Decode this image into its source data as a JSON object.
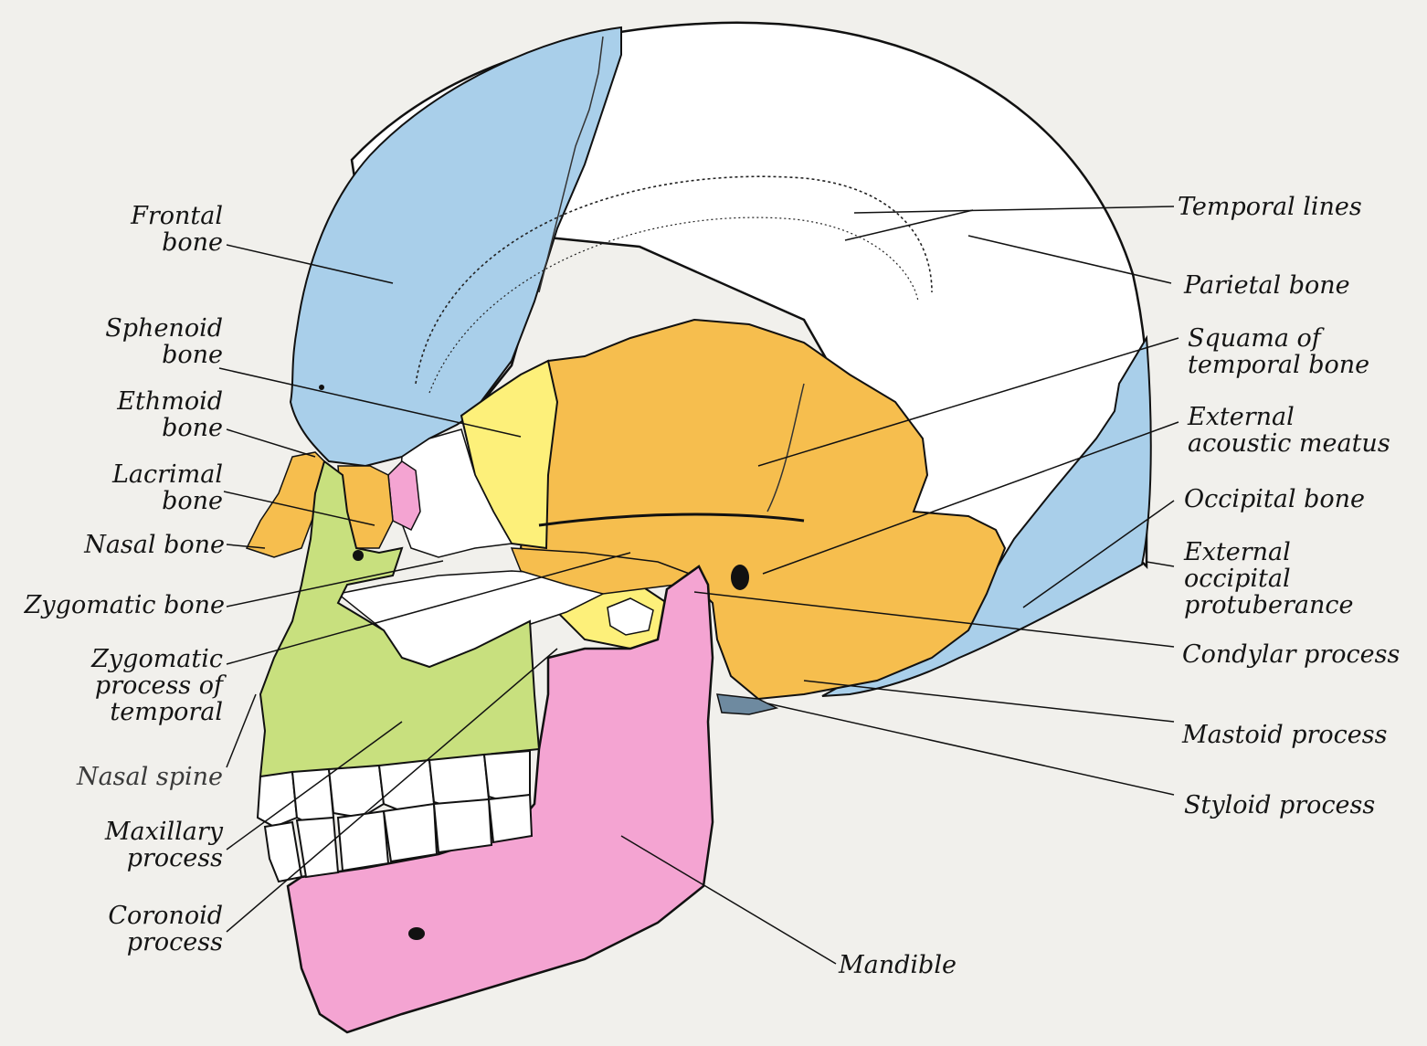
{
  "colors": {
    "background": "#f1f0ec",
    "frontal": "#a9cfea",
    "parietal": "#ffffff",
    "occipital": "#a9cfea",
    "temporal": "#f6be4e",
    "sphenoid": "#fdf07a",
    "maxilla": "#c8e07e",
    "zygomatic": "#f6be4e",
    "mandible": "#f4a4d2",
    "lacrimal": "#f4a4d2",
    "teeth": "#ffffff",
    "outline": "#111111"
  },
  "labels": {
    "frontal_bone": "Frontal\nbone",
    "sphenoid_bone": "Sphenoid\nbone",
    "ethmoid_bone": "Ethmoid\nbone",
    "lacrimal_bone": "Lacrimal\nbone",
    "nasal_bone": "Nasal bone",
    "zygomatic_bone": "Zygomatic bone",
    "zygomatic_process": "Zygomatic\nprocess of\ntemporal",
    "nasal_spine": "Nasal spine",
    "maxillary_process": "Maxillary\nprocess",
    "coronoid_process": "Coronoid\nprocess",
    "temporal_lines": "Temporal lines",
    "parietal_bone": "Parietal bone",
    "squama_temporal": "Squama of\ntemporal bone",
    "external_acoustic_meatus": "External\nacoustic meatus",
    "occipital_bone": "Occipital bone",
    "external_occipital_protuberance": "External\noccipital\nprotuberance",
    "condylar_process": "Condylar process",
    "mastoid_process": "Mastoid process",
    "styloid_process": "Styloid process",
    "mandible": "Mandible"
  }
}
